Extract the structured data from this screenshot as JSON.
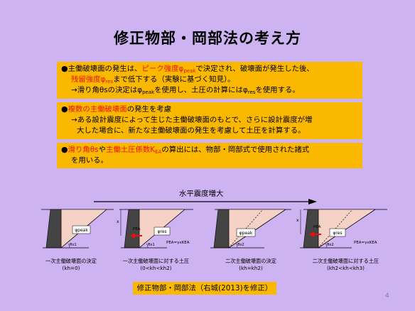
{
  "title": "修正物部・岡部法の考え方",
  "box1": {
    "bullet": "●",
    "l1a": "主働破壊面の発生は、",
    "l1b": "ピーク強度φ",
    "l1c": "peak",
    "l1d": "で決定され、破壊面が発生した後、",
    "l2a": "残留強度φ",
    "l2b": "res",
    "l2c": "まで低下する（実験に基づく知見）。",
    "l3a": "→滑り角θsの決定はφ",
    "l3b": "peak",
    "l3c": "を使用し、土圧の計算にはφ",
    "l3d": "res",
    "l3e": "を使用する。"
  },
  "box2": {
    "bullet": "●",
    "l1a": "複数の主働破壊面",
    "l1b": "の発生を考慮",
    "l2": "→ある設計震度によって生じた主働破壊面のもとで、さらに設計震度が増",
    "l3": "大した場合に、新たな主働破壊面の発生を考慮して土圧を計算する。"
  },
  "box3": {
    "bullet": "●",
    "l1a": "滑り角θs",
    "l1b": "や",
    "l1c": "主働土圧係数K",
    "l1d": "EA",
    "l1e": "の算出には、物部・岡部式で使用された諸式",
    "l2": "を用いる。"
  },
  "arrow_label": "水平震度増大",
  "diagrams": [
    {
      "phi": "φpeak",
      "theta": "θs1",
      "extra": "",
      "cap1": "一次主働破壊面の決定",
      "cap2": "(kh=0)"
    },
    {
      "phi": "φres",
      "theta": "θs1",
      "extra": "PEA=γxKEA",
      "pea": "PEA",
      "cap1": "一次主働破壊面に対する土圧",
      "cap2": "(0<kh<kh2)"
    },
    {
      "phi": "φpeak",
      "theta": "θs2",
      "extra": "",
      "cap1": "二次主働破壊面の決定",
      "cap2": "(kh=kh2)"
    },
    {
      "phi": "φres",
      "theta": "θs2",
      "extra": "PEA=γxKEA",
      "pea": "PEA",
      "cap1": "二次主働破壊面に対する土圧",
      "cap2": "(kh2<kh<kh3)"
    }
  ],
  "x_label": "x",
  "footer": "修正物部・岡部法（右城(2013)を修正）",
  "page_number": "4",
  "colors": {
    "background": "#cdb3f2",
    "box": "#fbb800",
    "highlight": "#e8100a",
    "wedge": "#f6d2c6"
  }
}
